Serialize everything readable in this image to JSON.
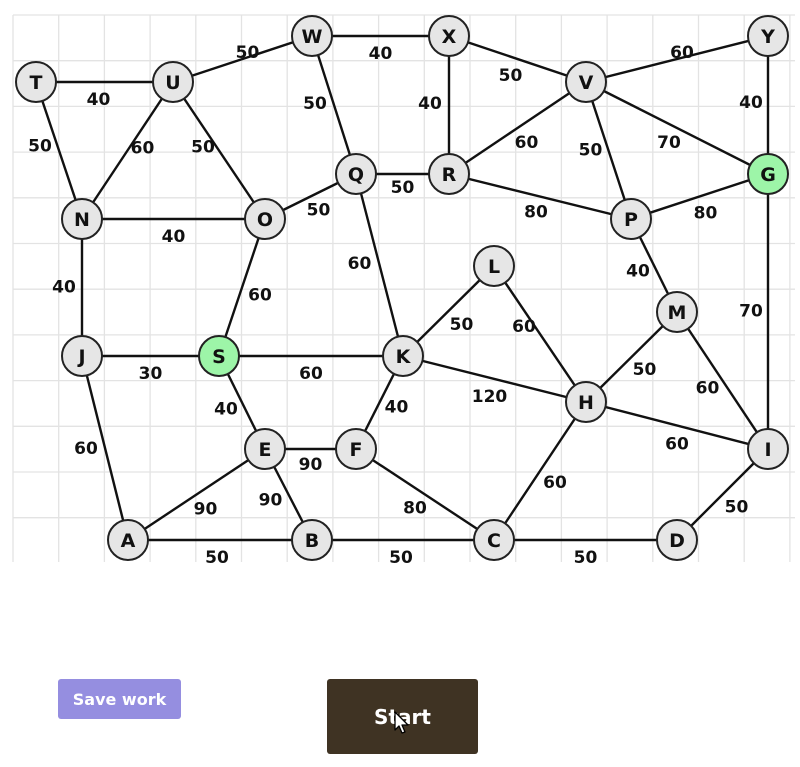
{
  "graph": {
    "nodes": [
      {
        "id": "T"
      },
      {
        "id": "U"
      },
      {
        "id": "W"
      },
      {
        "id": "X"
      },
      {
        "id": "V"
      },
      {
        "id": "Y"
      },
      {
        "id": "N"
      },
      {
        "id": "O"
      },
      {
        "id": "Q"
      },
      {
        "id": "R"
      },
      {
        "id": "P"
      },
      {
        "id": "G",
        "highlight": true
      },
      {
        "id": "L"
      },
      {
        "id": "M"
      },
      {
        "id": "J"
      },
      {
        "id": "S",
        "highlight": true
      },
      {
        "id": "K"
      },
      {
        "id": "H"
      },
      {
        "id": "E"
      },
      {
        "id": "F"
      },
      {
        "id": "I"
      },
      {
        "id": "A"
      },
      {
        "id": "B"
      },
      {
        "id": "C"
      },
      {
        "id": "D"
      }
    ],
    "edges": [
      {
        "from": "T",
        "to": "U",
        "weight": "40"
      },
      {
        "from": "T",
        "to": "N",
        "weight": "50"
      },
      {
        "from": "U",
        "to": "W",
        "weight": "50"
      },
      {
        "from": "U",
        "to": "N",
        "weight": "60"
      },
      {
        "from": "U",
        "to": "O",
        "weight": "50"
      },
      {
        "from": "W",
        "to": "X",
        "weight": "40"
      },
      {
        "from": "W",
        "to": "Q",
        "weight": "50"
      },
      {
        "from": "X",
        "to": "V",
        "weight": "50"
      },
      {
        "from": "X",
        "to": "R",
        "weight": "40"
      },
      {
        "from": "V",
        "to": "Y",
        "weight": "60"
      },
      {
        "from": "V",
        "to": "R",
        "weight": "60"
      },
      {
        "from": "V",
        "to": "P",
        "weight": "50"
      },
      {
        "from": "V",
        "to": "G",
        "weight": "70"
      },
      {
        "from": "Y",
        "to": "G",
        "weight": "40"
      },
      {
        "from": "N",
        "to": "O",
        "weight": "40"
      },
      {
        "from": "N",
        "to": "J",
        "weight": "40"
      },
      {
        "from": "O",
        "to": "Q",
        "weight": "50"
      },
      {
        "from": "O",
        "to": "S",
        "weight": "60"
      },
      {
        "from": "Q",
        "to": "R",
        "weight": "50"
      },
      {
        "from": "Q",
        "to": "K",
        "weight": "60"
      },
      {
        "from": "R",
        "to": "P",
        "weight": "80"
      },
      {
        "from": "P",
        "to": "G",
        "weight": "80"
      },
      {
        "from": "P",
        "to": "M",
        "weight": "40"
      },
      {
        "from": "G",
        "to": "I",
        "weight": "70"
      },
      {
        "from": "L",
        "to": "K",
        "weight": "50"
      },
      {
        "from": "L",
        "to": "H",
        "weight": "60"
      },
      {
        "from": "M",
        "to": "H",
        "weight": "50"
      },
      {
        "from": "M",
        "to": "I",
        "weight": "60"
      },
      {
        "from": "J",
        "to": "S",
        "weight": "30"
      },
      {
        "from": "J",
        "to": "A",
        "weight": "60"
      },
      {
        "from": "S",
        "to": "K",
        "weight": "60"
      },
      {
        "from": "S",
        "to": "E",
        "weight": "40"
      },
      {
        "from": "K",
        "to": "F",
        "weight": "40"
      },
      {
        "from": "K",
        "to": "H",
        "weight": "120"
      },
      {
        "from": "H",
        "to": "I",
        "weight": "60"
      },
      {
        "from": "H",
        "to": "C",
        "weight": "60"
      },
      {
        "from": "E",
        "to": "F",
        "weight": "90"
      },
      {
        "from": "E",
        "to": "A",
        "weight": "90"
      },
      {
        "from": "E",
        "to": "B",
        "weight": "90"
      },
      {
        "from": "F",
        "to": "C",
        "weight": "80"
      },
      {
        "from": "I",
        "to": "D",
        "weight": "50"
      },
      {
        "from": "A",
        "to": "B",
        "weight": "50"
      },
      {
        "from": "B",
        "to": "C",
        "weight": "50"
      },
      {
        "from": "C",
        "to": "D",
        "weight": "50"
      }
    ]
  },
  "colors": {
    "node_fill": "#e6e6e6",
    "node_highlight_fill": "#9df5a8",
    "node_highlight_stroke": "#1a2a6c",
    "grid_line": "#e3e3e3",
    "edge": "#111111",
    "save_button_bg": "#958ee0",
    "start_button_bg": "#3f3323"
  },
  "buttons": {
    "save_label": "Save work",
    "start_label": "Start"
  },
  "cursor": "arrow-pointer-icon"
}
